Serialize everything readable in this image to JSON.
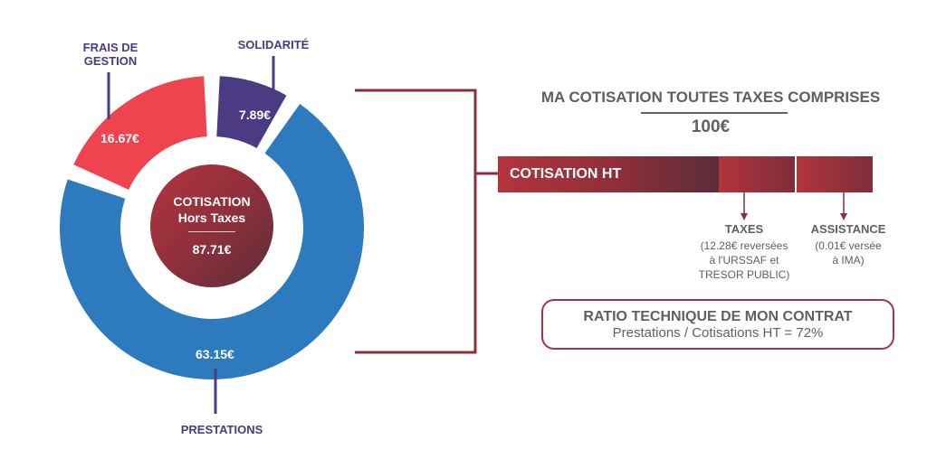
{
  "chart_data": {
    "type": "pie",
    "categories": [
      "SOLIDARITÉ",
      "PRESTATIONS",
      "FRAIS DE GESTION"
    ],
    "values": [
      7.89,
      63.15,
      16.67
    ],
    "value_labels": [
      "7.89€",
      "63.15€",
      "16.67€"
    ],
    "colors": [
      "#4b3b83",
      "#2e7abf",
      "#ef4450"
    ],
    "center": {
      "title_line1": "COTISATION",
      "title_line2": "Hors Taxes",
      "value": "87.71€"
    }
  },
  "labels": {
    "frais_line1": "FRAIS DE",
    "frais_line2": "GESTION",
    "solidarite": "SOLIDARITÉ",
    "prestations": "PRESTATIONS"
  },
  "header": {
    "title": "MA COTISATION TOUTES TAXES COMPRISES",
    "value": "100€"
  },
  "bar": {
    "cotisation_label": "COTISATION HT"
  },
  "taxes": {
    "title": "TAXES",
    "line1": "(12.28€ reversées",
    "line2": "à l'URSSAF et",
    "line3": "TRESOR PUBLIC)"
  },
  "assistance": {
    "title": "ASSISTANCE",
    "line1": "(0.01€ versée",
    "line2": "à IMA)"
  },
  "ratio": {
    "title": "RATIO TECHNIQUE DE MON CONTRAT",
    "text": "Prestations / Cotisations HT = 72%"
  },
  "colors": {
    "purple": "#4b3b83",
    "blue": "#2e7abf",
    "red": "#ef4450",
    "dark_red": "#8c2f3b",
    "grey_text": "#606060"
  }
}
